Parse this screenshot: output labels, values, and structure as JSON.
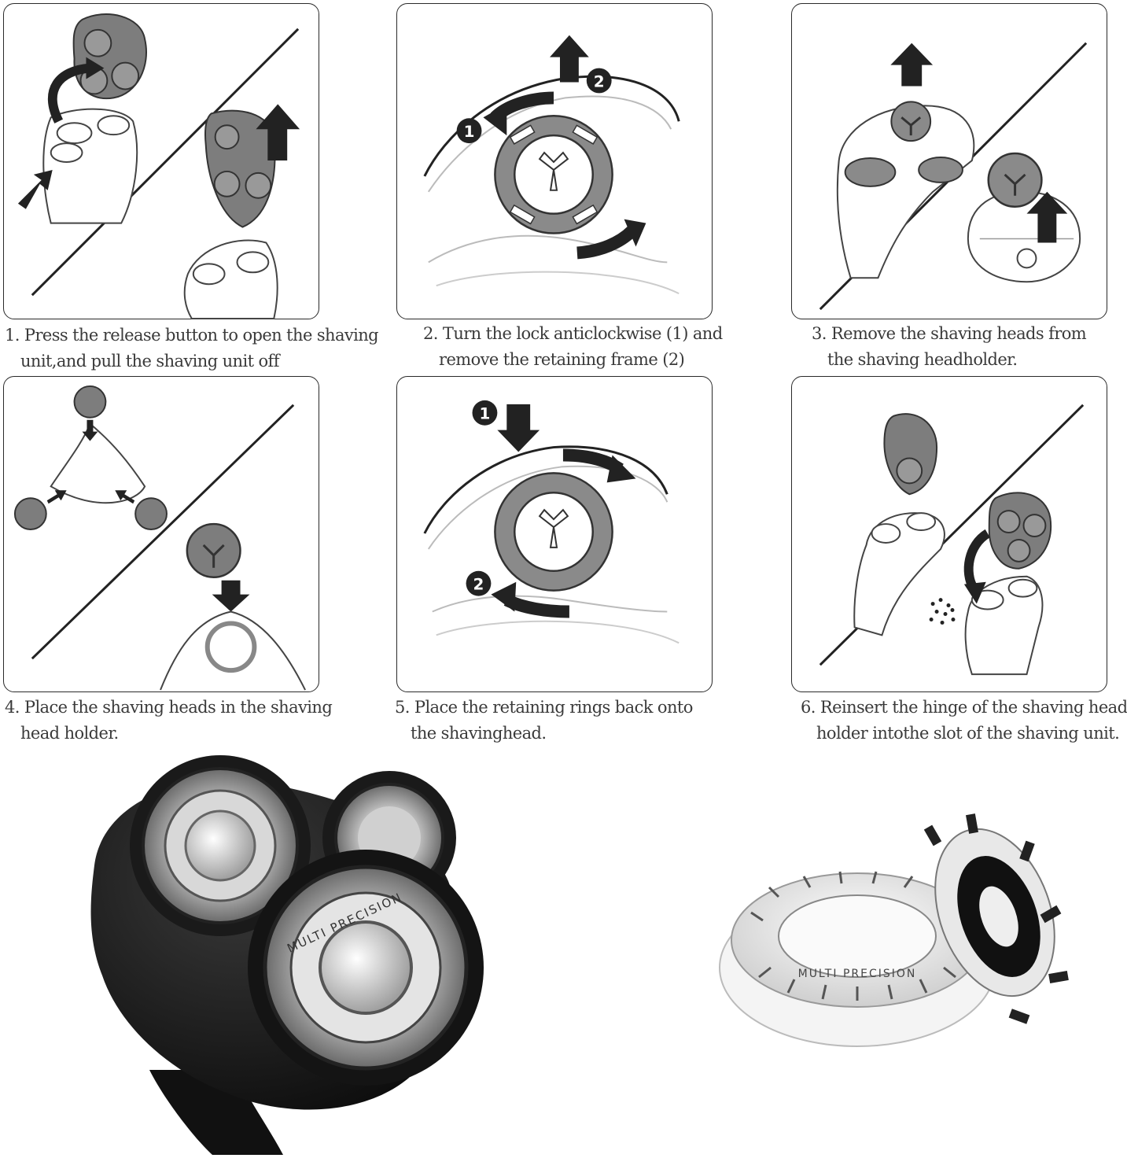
{
  "steps": [
    {
      "line1": "1. Press the release button to open the  shaving",
      "line2": "unit,and pull the shaving unit off"
    },
    {
      "line1": "2. Turn the lock anticlockwise (1) and",
      "line2": "remove the retaining frame (2)"
    },
    {
      "line1": "3. Remove the shaving heads from",
      "line2": "the shaving headholder."
    },
    {
      "line1": "4. Place the shaving heads in the shaving",
      "line2": "head holder."
    },
    {
      "line1": "5. Place the retaining rings back onto",
      "line2": "the shavinghead."
    },
    {
      "line1": "6. Reinsert the hinge of the shaving head",
      "line2": "holder intothe slot of the shaving unit."
    }
  ],
  "markers": {
    "one": "1",
    "two": "2"
  },
  "product": {
    "engraving": "MULTI PRECISION"
  },
  "colors": {
    "outline": "#2a2a2a",
    "fill_gray": "#7d7d7d",
    "arrow": "#222222",
    "shaver_black": "#151515"
  }
}
